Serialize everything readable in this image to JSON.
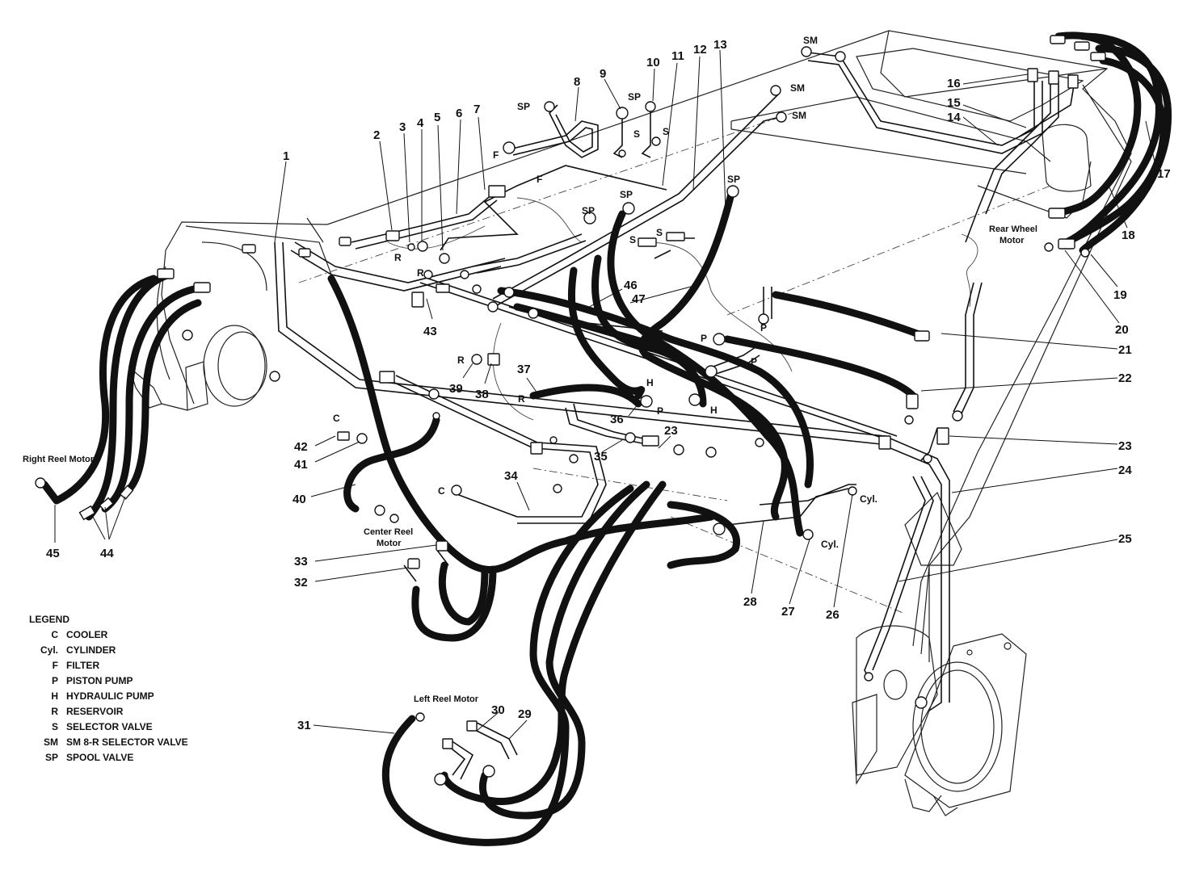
{
  "callouts": [
    {
      "id": "c1",
      "text": "1"
    },
    {
      "id": "c2",
      "text": "2"
    },
    {
      "id": "c3",
      "text": "3"
    },
    {
      "id": "c4",
      "text": "4"
    },
    {
      "id": "c5",
      "text": "5"
    },
    {
      "id": "c6",
      "text": "6"
    },
    {
      "id": "c7",
      "text": "7"
    },
    {
      "id": "c8",
      "text": "8"
    },
    {
      "id": "c9",
      "text": "9"
    },
    {
      "id": "c10",
      "text": "10"
    },
    {
      "id": "c11",
      "text": "11"
    },
    {
      "id": "c12",
      "text": "12"
    },
    {
      "id": "c13",
      "text": "13"
    },
    {
      "id": "c14",
      "text": "14"
    },
    {
      "id": "c15",
      "text": "15"
    },
    {
      "id": "c16",
      "text": "16"
    },
    {
      "id": "c17",
      "text": "17"
    },
    {
      "id": "c18",
      "text": "18"
    },
    {
      "id": "c19",
      "text": "19"
    },
    {
      "id": "c20",
      "text": "20"
    },
    {
      "id": "c21",
      "text": "21"
    },
    {
      "id": "c22",
      "text": "22"
    },
    {
      "id": "c23a",
      "text": "23"
    },
    {
      "id": "c23b",
      "text": "23"
    },
    {
      "id": "c24",
      "text": "24"
    },
    {
      "id": "c25",
      "text": "25"
    },
    {
      "id": "c26",
      "text": "26"
    },
    {
      "id": "c27",
      "text": "27"
    },
    {
      "id": "c28",
      "text": "28"
    },
    {
      "id": "c29",
      "text": "29"
    },
    {
      "id": "c30",
      "text": "30"
    },
    {
      "id": "c31",
      "text": "31"
    },
    {
      "id": "c32",
      "text": "32"
    },
    {
      "id": "c33",
      "text": "33"
    },
    {
      "id": "c34",
      "text": "34"
    },
    {
      "id": "c35",
      "text": "35"
    },
    {
      "id": "c36",
      "text": "36"
    },
    {
      "id": "c37",
      "text": "37"
    },
    {
      "id": "c38",
      "text": "38"
    },
    {
      "id": "c39",
      "text": "39"
    },
    {
      "id": "c40",
      "text": "40"
    },
    {
      "id": "c41",
      "text": "41"
    },
    {
      "id": "c42",
      "text": "42"
    },
    {
      "id": "c43",
      "text": "43"
    },
    {
      "id": "c44",
      "text": "44"
    },
    {
      "id": "c45",
      "text": "45"
    },
    {
      "id": "c46",
      "text": "46"
    },
    {
      "id": "c47",
      "text": "47"
    }
  ],
  "tags": [
    {
      "id": "t1",
      "text": "SM"
    },
    {
      "id": "t2",
      "text": "SM"
    },
    {
      "id": "t3",
      "text": "SM"
    },
    {
      "id": "t4",
      "text": "SP"
    },
    {
      "id": "t5",
      "text": "SP"
    },
    {
      "id": "t6",
      "text": "SP"
    },
    {
      "id": "t7",
      "text": "SP"
    },
    {
      "id": "t8",
      "text": "SP"
    },
    {
      "id": "t9",
      "text": "F"
    },
    {
      "id": "t10",
      "text": "F"
    },
    {
      "id": "t11",
      "text": "S"
    },
    {
      "id": "t12",
      "text": "S"
    },
    {
      "id": "t13",
      "text": "S"
    },
    {
      "id": "t14",
      "text": "S"
    },
    {
      "id": "t15",
      "text": "R"
    },
    {
      "id": "t16",
      "text": "R"
    },
    {
      "id": "t17",
      "text": "R"
    },
    {
      "id": "t18",
      "text": "R"
    },
    {
      "id": "t19",
      "text": "P"
    },
    {
      "id": "t20",
      "text": "P"
    },
    {
      "id": "t21",
      "text": "P"
    },
    {
      "id": "t22",
      "text": "P"
    },
    {
      "id": "t23",
      "text": "H"
    },
    {
      "id": "t24",
      "text": "H"
    },
    {
      "id": "t25",
      "text": "C"
    },
    {
      "id": "t26",
      "text": "C"
    },
    {
      "id": "t27",
      "text": "Cyl."
    },
    {
      "id": "t28",
      "text": "Cyl."
    }
  ],
  "component_labels": {
    "rear_wheel_motor": [
      "Rear Wheel",
      "Motor"
    ],
    "right_reel_motor": "Right Reel Motor",
    "center_reel_motor": [
      "Center Reel",
      "Motor"
    ],
    "left_reel_motor": "Left Reel Motor"
  },
  "legend": {
    "title": "LEGEND",
    "entries": [
      {
        "abbr": "C",
        "text": "COOLER"
      },
      {
        "abbr": "Cyl.",
        "text": "CYLINDER"
      },
      {
        "abbr": "F",
        "text": "FILTER"
      },
      {
        "abbr": "P",
        "text": "PISTON PUMP"
      },
      {
        "abbr": "H",
        "text": "HYDRAULIC PUMP"
      },
      {
        "abbr": "R",
        "text": "RESERVOIR"
      },
      {
        "abbr": "S",
        "text": "SELECTOR VALVE"
      },
      {
        "abbr": "SM",
        "text": "SM 8-R SELECTOR VALVE"
      },
      {
        "abbr": "SP",
        "text": "SPOOL VALVE"
      }
    ]
  }
}
